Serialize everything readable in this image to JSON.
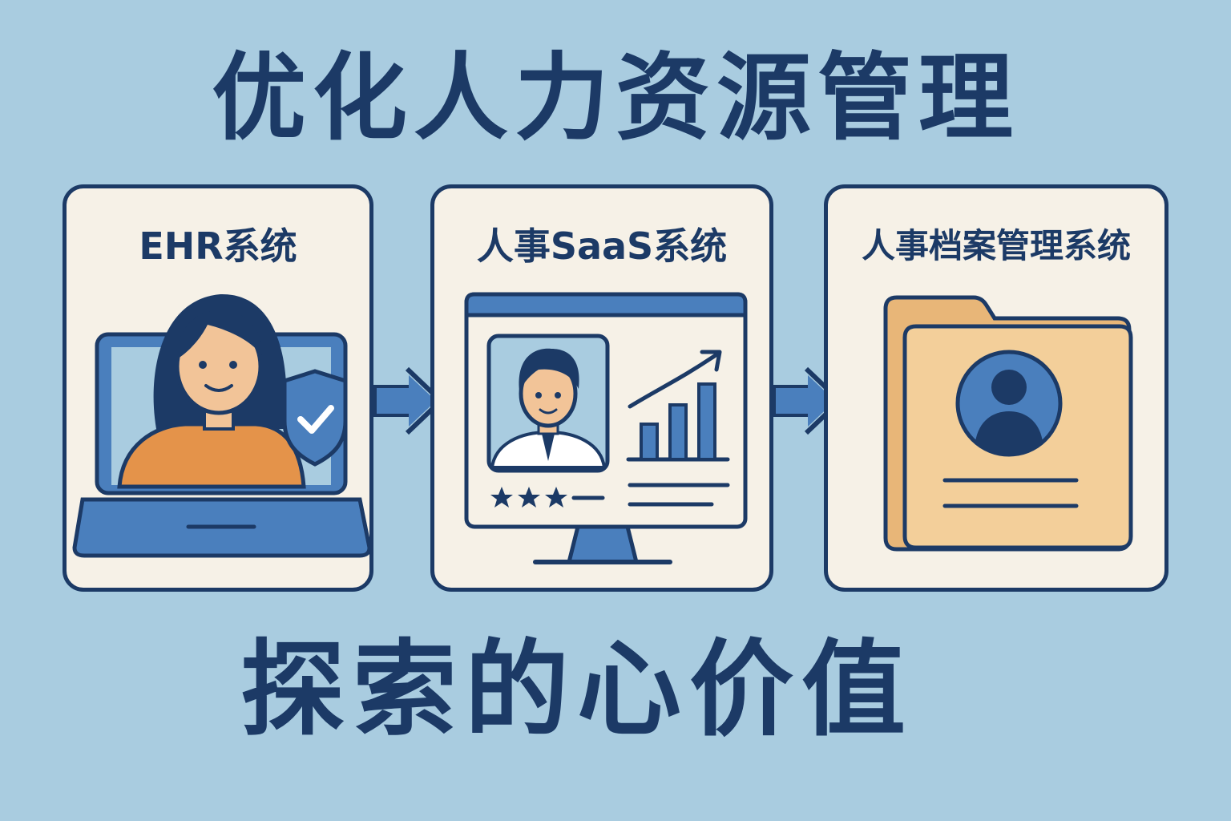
{
  "header": {
    "title": "优化人力资源管理"
  },
  "cards": [
    {
      "title": "EHR系统",
      "illustration": "woman-laptop-shield-icon"
    },
    {
      "title": "人事SaaS系统",
      "illustration": "monitor-profile-chart-icon"
    },
    {
      "title": "人事档案管理系统",
      "illustration": "folder-person-icon"
    }
  ],
  "footer": {
    "subtitle": "探索的心价值"
  },
  "colors": {
    "background": "#a9cce0",
    "navy": "#1c3a66",
    "blue": "#4a7fbd",
    "card": "#f6f1e7",
    "orange": "#e4934a",
    "skin": "#f2c498",
    "folder": "#f3cf9a"
  }
}
